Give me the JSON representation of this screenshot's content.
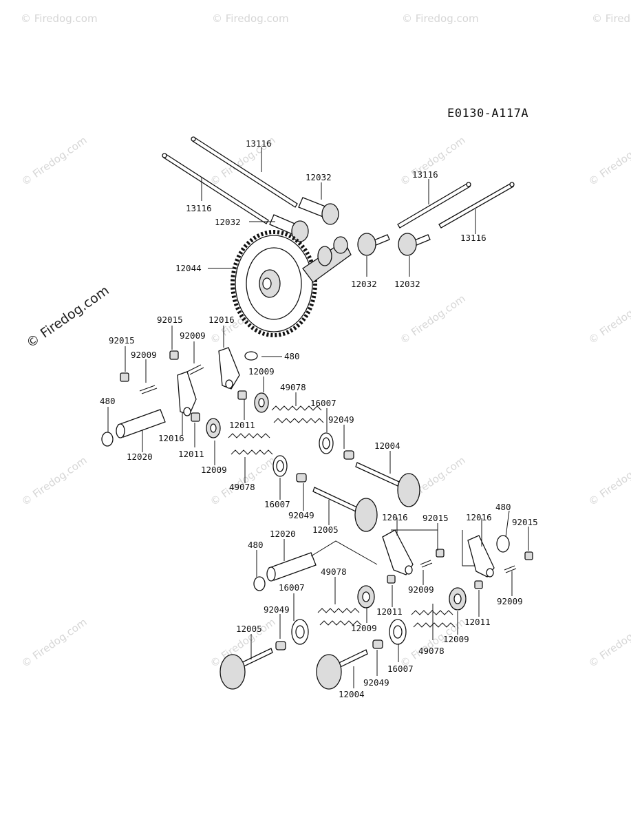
{
  "diagram_code": "E0130-A117A",
  "watermark": {
    "text": "© Firedog.com"
  },
  "part_labels": [
    {
      "id": "pushrod-top-a",
      "text": "13116"
    },
    {
      "id": "pushrod-top-b",
      "text": "13116"
    },
    {
      "id": "pushrod-right-a",
      "text": "13116"
    },
    {
      "id": "pushrod-right-b",
      "text": "13116"
    },
    {
      "id": "tappet-a",
      "text": "12032"
    },
    {
      "id": "tappet-b",
      "text": "12032"
    },
    {
      "id": "tappet-c",
      "text": "12032"
    },
    {
      "id": "tappet-d",
      "text": "12032"
    },
    {
      "id": "camshaft",
      "text": "12044"
    },
    {
      "id": "nut-a",
      "text": "92015"
    },
    {
      "id": "nut-b",
      "text": "92015"
    },
    {
      "id": "screw-a",
      "text": "92009"
    },
    {
      "id": "screw-b",
      "text": "92009"
    },
    {
      "id": "rocker-a",
      "text": "12016"
    },
    {
      "id": "rocker-b",
      "text": "12016"
    },
    {
      "id": "circlip-a",
      "text": "480"
    },
    {
      "id": "circlip-b",
      "text": "480"
    },
    {
      "id": "retainer-a",
      "text": "12009"
    },
    {
      "id": "retainer-b",
      "text": "12009"
    },
    {
      "id": "collet-a",
      "text": "12011"
    },
    {
      "id": "collet-b",
      "text": "12011"
    },
    {
      "id": "spring-a",
      "text": "49078"
    },
    {
      "id": "spring-b",
      "text": "49078"
    },
    {
      "id": "seat-a",
      "text": "16007"
    },
    {
      "id": "seat-b",
      "text": "16007"
    },
    {
      "id": "seal-a",
      "text": "92049"
    },
    {
      "id": "seal-b",
      "text": "92049"
    },
    {
      "id": "shaft-a",
      "text": "12020"
    },
    {
      "id": "valve-exhaust-a",
      "text": "12004"
    },
    {
      "id": "valve-intake-a",
      "text": "12005"
    },
    {
      "id": "rocker-c",
      "text": "12016"
    },
    {
      "id": "nut-c",
      "text": "92015"
    },
    {
      "id": "rocker-d",
      "text": "12016"
    },
    {
      "id": "circlip-c",
      "text": "480"
    },
    {
      "id": "nut-d",
      "text": "92015"
    },
    {
      "id": "shaft-b",
      "text": "12020"
    },
    {
      "id": "circlip-d",
      "text": "480"
    },
    {
      "id": "spring-c",
      "text": "49078"
    },
    {
      "id": "seat-c",
      "text": "16007"
    },
    {
      "id": "collet-c",
      "text": "12011"
    },
    {
      "id": "screw-c",
      "text": "92009"
    },
    {
      "id": "screw-d",
      "text": "92009"
    },
    {
      "id": "seal-c",
      "text": "92049"
    },
    {
      "id": "retainer-c",
      "text": "12009"
    },
    {
      "id": "collet-d",
      "text": "12011"
    },
    {
      "id": "valve-intake-b",
      "text": "12005"
    },
    {
      "id": "spring-d",
      "text": "49078"
    },
    {
      "id": "retainer-d",
      "text": "12009"
    },
    {
      "id": "seat-d",
      "text": "16007"
    },
    {
      "id": "seal-d",
      "text": "92049"
    },
    {
      "id": "valve-exhaust-b",
      "text": "12004"
    }
  ]
}
